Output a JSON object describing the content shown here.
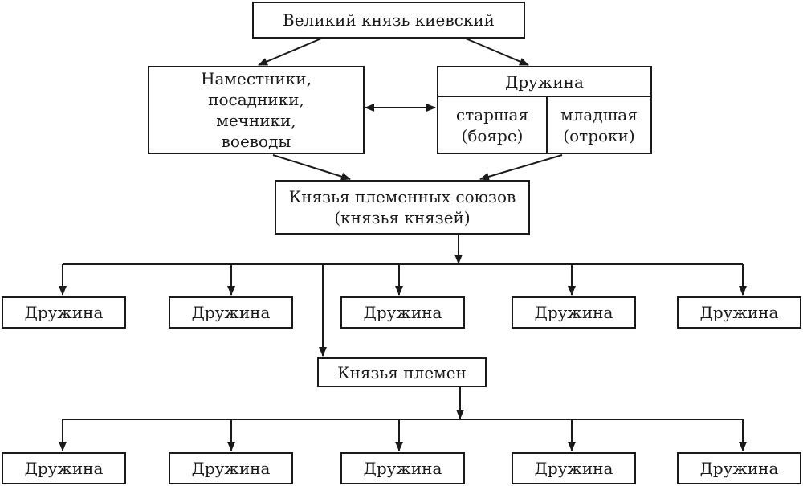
{
  "diagram": {
    "grand_prince": "Великий князь киевский",
    "governors": "Наместники,\nпосадники,\nмечники,\nвоеводы",
    "druzhina_main": {
      "title": "Дружина",
      "senior": "старшая\n(бояре)",
      "junior": "младшая\n(отроки)"
    },
    "tribal_union_princes": "Князья племенных союзов\n(князья князей)",
    "tribe_princes": "Князья племен",
    "druzhina_row1": [
      "Дружина",
      "Дружина",
      "Дружина",
      "Дружина",
      "Дружина"
    ],
    "druzhina_row2": [
      "Дружина",
      "Дружина",
      "Дружина",
      "Дружина",
      "Дружина"
    ]
  }
}
